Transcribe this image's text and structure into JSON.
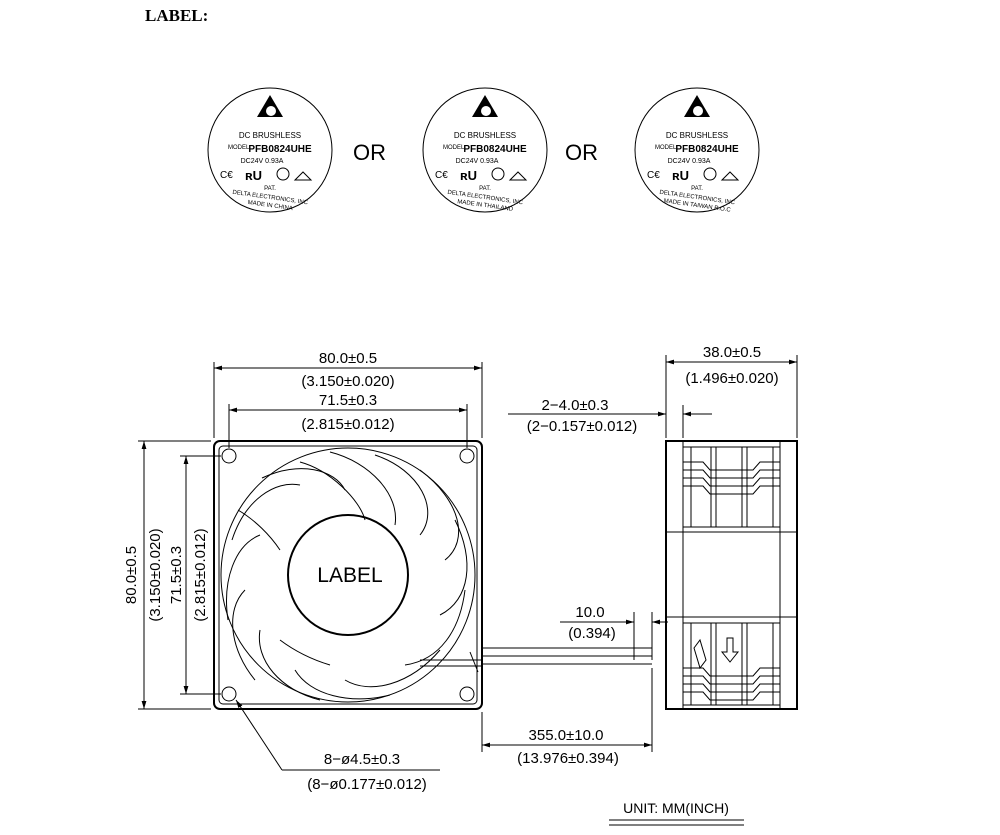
{
  "header": {
    "title": "LABEL:"
  },
  "labels": [
    {
      "line1": "DC  BRUSHLESS",
      "model_key": "MODEL",
      "model": "PFB0824UHE",
      "rating": "DC24V  0.93A",
      "pat": "PAT.",
      "maker": "DELTA  ELECTRONICS, INC",
      "origin": "MADE  IN  CHINA"
    },
    {
      "line1": "DC  BRUSHLESS",
      "model_key": "MODEL",
      "model": "PFB0824UHE",
      "rating": "DC24V  0.93A",
      "pat": "PAT.",
      "maker": "DELTA  ELECTRONICS, INC",
      "origin": "MADE  IN  THAILAND"
    },
    {
      "line1": "DC  BRUSHLESS",
      "model_key": "MODEL",
      "model": "PFB0824UHE",
      "rating": "DC24V  0.93A",
      "pat": "PAT.",
      "maker": "DELTA  ELECTRONICS, INC",
      "origin": "MADE  IN  TAIWAN  R.O.C"
    }
  ],
  "or_text": "OR",
  "hub_label": "LABEL",
  "dimensions": {
    "width_mm": "80.0±0.5",
    "width_in": "(3.150±0.020)",
    "hole_pitch_mm": "71.5±0.3",
    "hole_pitch_in": "(2.815±0.012)",
    "height_mm": "80.0±0.5",
    "height_in": "(3.150±0.020)",
    "v_pitch_mm": "71.5±0.3",
    "v_pitch_in": "(2.815±0.012)",
    "depth_mm": "38.0±0.5",
    "depth_in": "(1.496±0.020)",
    "flange_mm": "2−4.0±0.3",
    "flange_in": "(2−0.157±0.012)",
    "strip_mm": "10.0",
    "strip_in": "(0.394)",
    "lead_mm": "355.0±10.0",
    "lead_in": "(13.976±0.394)",
    "hole_mm": "8−ø4.5±0.3",
    "hole_in": "(8−ø0.177±0.012)"
  },
  "unit_note": "UNIT:  MM(INCH)"
}
